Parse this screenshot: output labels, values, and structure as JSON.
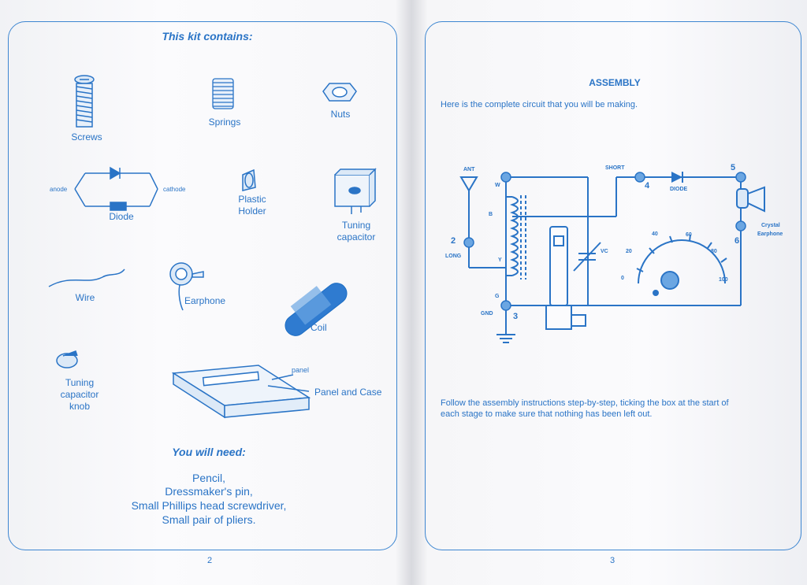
{
  "left_page": {
    "title": "This kit contains:",
    "items": {
      "screws": "Screws",
      "springs": "Springs",
      "nuts": "Nuts",
      "anode": "anode",
      "cathode": "cathode",
      "diode": "Diode",
      "plastic_holder_line1": "Plastic",
      "plastic_holder_line2": "Holder",
      "tuning_capacitor_line1": "Tuning",
      "tuning_capacitor_line2": "capacitor",
      "wire": "Wire",
      "earphone": "Earphone",
      "coil": "Coil",
      "knob_line1": "Tuning",
      "knob_line2": "capacitor",
      "knob_line3": "knob",
      "panel": "panel",
      "panel_and_case": "Panel and Case"
    },
    "need_title": "You will need:",
    "need_items": [
      "Pencil,",
      "Dressmaker's pin,",
      "Small Phillips head screwdriver,",
      "Small pair of pliers."
    ],
    "page_number": "2"
  },
  "right_page": {
    "title": "ASSEMBLY",
    "intro": "Here is the complete circuit that you will be making.",
    "circuit_labels": {
      "ant": "ANT",
      "long": "LONG",
      "gnd": "GND",
      "short": "SHORT",
      "diode": "DIODE",
      "crystal_line1": "Crystal",
      "crystal_line2": "Earphone",
      "vc": "VC",
      "w": "W",
      "b": "B",
      "y": "Y",
      "g": "G",
      "n2": "2",
      "n3": "3",
      "n4": "4",
      "n5": "5",
      "n6": "6",
      "d0": "0",
      "d20": "20",
      "d40": "40",
      "d60": "60",
      "d80": "80",
      "d100": "100"
    },
    "footer_line1": "Follow the assembly instructions step-by-step, ticking the box at the start of",
    "footer_line2": "each stage to make sure that nothing has been left out.",
    "page_number": "3"
  },
  "colors": {
    "ink": "#2a74c6",
    "line": "#3d86d1",
    "paper": "#fbfbfd"
  }
}
